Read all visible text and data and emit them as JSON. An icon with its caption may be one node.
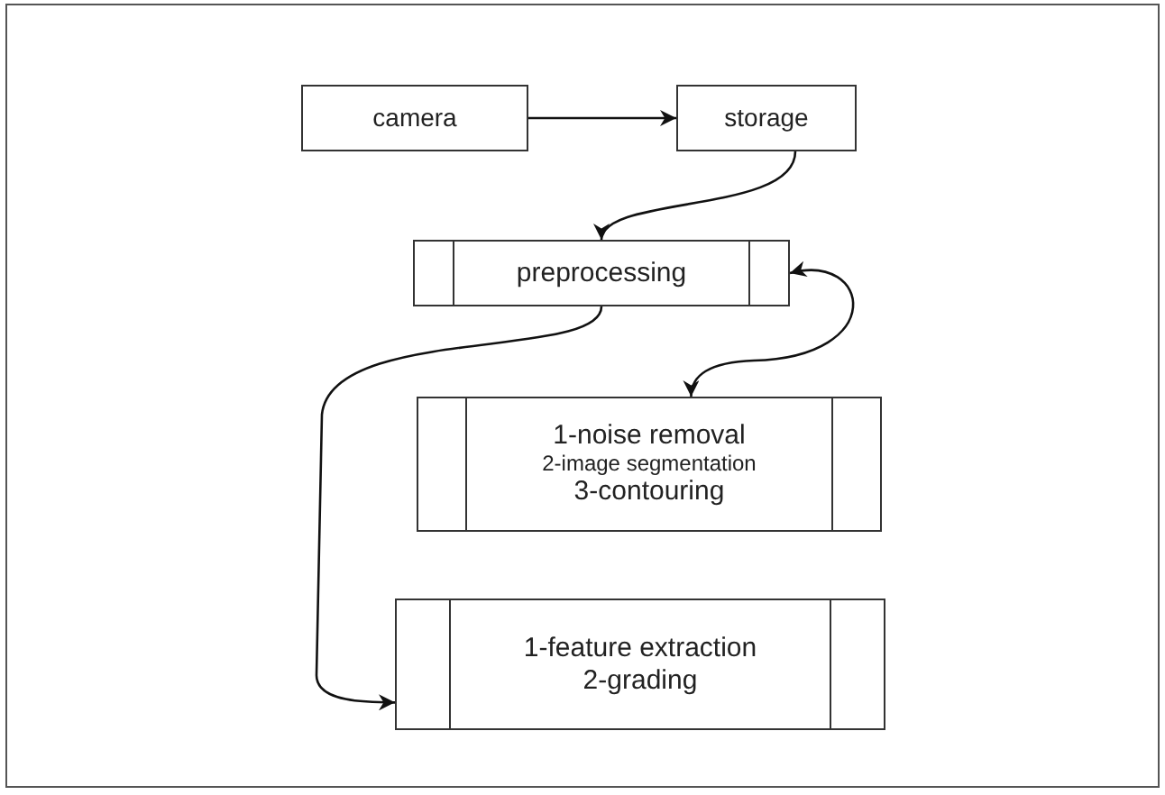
{
  "diagram": {
    "nodes": [
      {
        "text": [
          "camera"
        ]
      },
      {
        "text": [
          "storage"
        ]
      },
      {
        "text": [
          "preprocessing"
        ]
      },
      {
        "text": [
          "1-noise removal",
          "2-image segmentation",
          "3-contouring"
        ]
      },
      {
        "text": [
          "1-feature extraction",
          "2-grading"
        ]
      }
    ],
    "edges": [
      {
        "from": 0,
        "to": 1,
        "arrow": "to"
      },
      {
        "from": 1,
        "to": 2,
        "arrow": "to"
      },
      {
        "from": 2,
        "to": 3,
        "arrow": "both"
      },
      {
        "from": 2,
        "to": 4,
        "arrow": "to"
      }
    ]
  }
}
